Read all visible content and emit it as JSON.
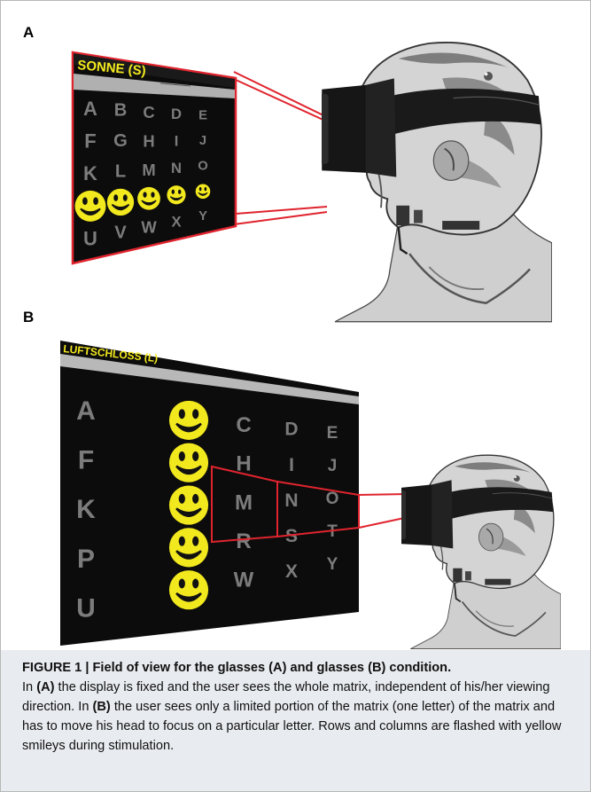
{
  "panel_a": {
    "label": "A",
    "title": "SONNE (S)",
    "rows": [
      [
        "A",
        "B",
        "C",
        "D",
        "E"
      ],
      [
        "F",
        "G",
        "H",
        "I",
        "J"
      ],
      [
        "K",
        "L",
        "M",
        "N",
        "O"
      ],
      [
        "☺",
        "☺",
        "☺",
        "☺",
        "☺"
      ],
      [
        "U",
        "V",
        "W",
        "X",
        "Y"
      ]
    ]
  },
  "panel_b": {
    "label": "B",
    "title": "LUFTSCHLOSS (L)",
    "rows": [
      [
        "A",
        "☺",
        "C",
        "D",
        "E"
      ],
      [
        "F",
        "☺",
        "H",
        "I",
        "J"
      ],
      [
        "K",
        "☺",
        "M",
        "N",
        "O"
      ],
      [
        "P",
        "☺",
        "R",
        "S",
        "T"
      ],
      [
        "U",
        "☺",
        "W",
        "X",
        "Y"
      ]
    ]
  },
  "colors": {
    "highlight": "#f2e81e",
    "frame": "#e0242e",
    "screen": "#0c0c0c",
    "letter": "#7c7c7c"
  },
  "caption": {
    "heading": "FIGURE 1 | Field of view for the glasses (A) and glasses (B) condition.",
    "body_parts": [
      "In ",
      "(A)",
      " the display is fixed and the user sees the whole matrix, independent of his/her viewing direction. In ",
      "(B)",
      " the user sees only a limited portion of the matrix (one letter) of the matrix and has to move his head to focus on a particular letter. Rows and columns are flashed with yellow smileys during stimulation."
    ]
  }
}
